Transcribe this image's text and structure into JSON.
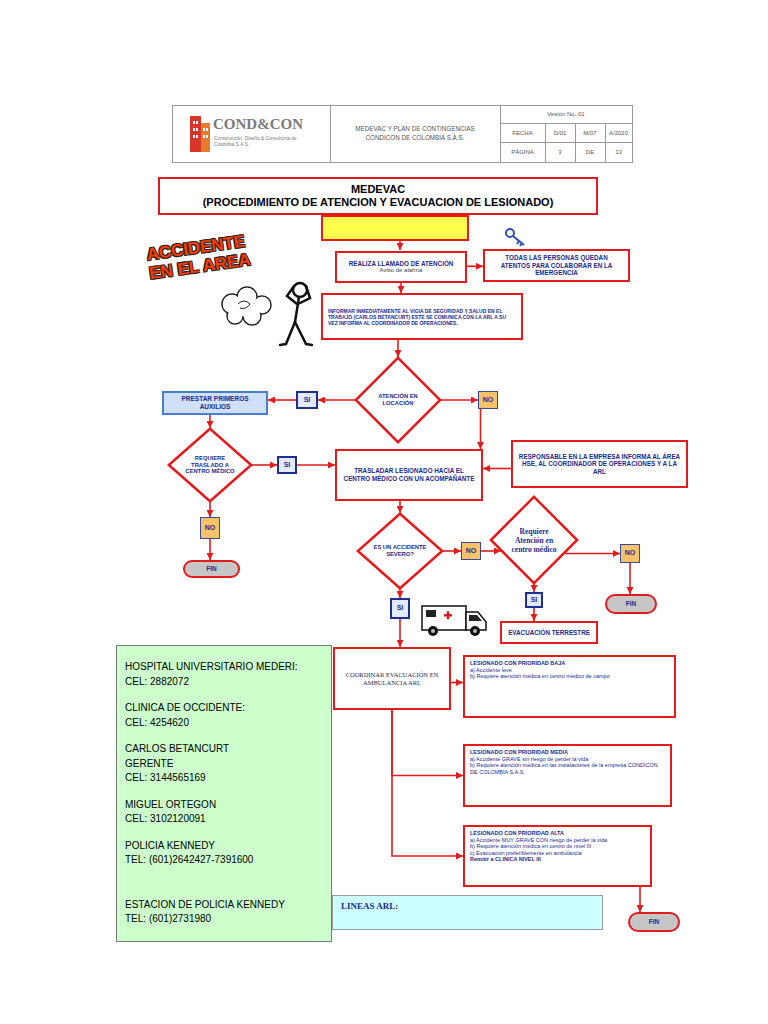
{
  "diagram": {
    "nodes": [
      {
        "text": [
          "MEDEVAC",
          "(PROCEDIMIENTO DE ATENCION Y EVACUACION DE LESIONADO)"
        ]
      },
      {
        "text": [
          "REALIZA LLAMADO DE ATENCIÓN",
          "Aviso de alarma"
        ]
      },
      {
        "text": [
          "TODAS LAS PERSONAS QUEDAN ATENTOS PARA COLABORAR EN LA EMERGENCIA"
        ]
      },
      {
        "text": [
          "INFORMAR INMEDIATAMENTE AL VIGIA DE SEGURIDAD Y SALUD EN EL TRABAJO (CARLOS BETANCURT) ESTE SE COMUNICA CON LA ARL A SU VEZ INFORMA AL COORDINADOR DE OPERACIONES."
        ]
      },
      {
        "text": [
          "ATENCIÓN EN LOCACIÓN"
        ]
      },
      {
        "text": [
          "PRESTAR PRIMEROS AUXILIOS"
        ]
      },
      {
        "text": [
          "SI"
        ]
      },
      {
        "text": [
          "NO"
        ]
      },
      {
        "text": [
          "REQUIERE TRASLADO A CENTRO MÉDICO"
        ]
      },
      {
        "text": [
          "SI"
        ]
      },
      {
        "text": [
          "TRASLADAR LESIONADO HACIA EL CENTRO MÉDICO CON UN ACOMPAÑANTE"
        ]
      },
      {
        "text": [
          "RESPONSABLE EN LA EMPRESA INFORMA AL ÁREA HSE, AL COORDINADOR DE OPERACIONES Y A LA ARL"
        ]
      },
      {
        "text": [
          "NO"
        ]
      },
      {
        "text": [
          "FIN"
        ]
      },
      {
        "text": [
          "ES UN ACCIDENTE SEVERO?"
        ]
      },
      {
        "text": [
          "NO"
        ]
      },
      {
        "text": [
          "Requiere Atención en centro médico"
        ]
      },
      {
        "text": [
          "NO"
        ]
      },
      {
        "text": [
          "SI"
        ]
      },
      {
        "text": [
          "SI"
        ]
      },
      {
        "text": [
          "FIN"
        ]
      },
      {
        "text": [
          "EVACUACIÓN TERRESTRE"
        ]
      },
      {
        "text": [
          "HOSPITAL UNIVERSITARIO MEDERI:",
          "CEL: 2882072",
          "CLINICA DE OCCIDENTE:",
          "CEL: 4254620",
          "CARLOS BETANCURT",
          "GERENTE",
          "CEL: 3144565169",
          "MIGUEL ORTEGON",
          "CEL: 3102120091",
          "POLICIA KENNEDY",
          "TEL: (601)2642427-7391600",
          "ESTACION DE POLICIA KENNEDY",
          "TEL: (601)2731980"
        ]
      },
      {
        "text": [
          "COORDINAR EVACUACIÓN EN AMBULANCIA ARL"
        ]
      },
      {
        "text": [
          "LESIONADO CON PRIORIDAD BAJA",
          "a) Accidente leve",
          "b) Requiere atención médica en centro médico de campo"
        ]
      },
      {
        "text": [
          "LESIONADO CON PRIORIDAD MEDIA",
          "a) Accidente GRAVE sin riesgo de perder la vida",
          "b) Requiere atención médica en las instalaciones de la empresa CONDICON DE COLOMBIA S.A.S"
        ]
      },
      {
        "text": [
          "LESIONADO CON PRIORIDAD ALTA",
          "a) Accidente MUY GRAVE CON riesgo de perder la vida",
          "b) Requiere atención médica en centro de nivel III",
          "c) Evacuación preferiblemente en ambulancia",
          "Remitir a CLINICA NIVEL III"
        ]
      },
      {
        "text": [
          "LINEAS ARL:"
        ]
      },
      {
        "text": [
          "FIN"
        ]
      }
    ],
    "edges": [
      {
        "from": 1,
        "to": 2,
        "arrow": "to"
      },
      {
        "from": 1,
        "to": 3,
        "arrow": "to"
      },
      {
        "from": 3,
        "to": 4,
        "arrow": "to"
      },
      {
        "from": 4,
        "to": 6,
        "arrow": "to"
      },
      {
        "from": 6,
        "to": 5,
        "arrow": "to"
      },
      {
        "from": 5,
        "to": 8,
        "arrow": "to"
      },
      {
        "from": 4,
        "to": 7,
        "arrow": "to"
      },
      {
        "from": 7,
        "to": 10,
        "arrow": "to"
      },
      {
        "from": 11,
        "to": 10,
        "arrow": "to"
      },
      {
        "from": 8,
        "to": 9,
        "arrow": "to"
      },
      {
        "from": 9,
        "to": 10,
        "arrow": "to"
      },
      {
        "from": 8,
        "to": 12,
        "arrow": "to"
      },
      {
        "from": 12,
        "to": 13,
        "arrow": "to"
      },
      {
        "from": 10,
        "to": 14,
        "arrow": "to"
      },
      {
        "from": 14,
        "to": 15,
        "arrow": "to"
      },
      {
        "from": 15,
        "to": 16,
        "arrow": "to"
      },
      {
        "from": 16,
        "to": 17,
        "arrow": "to"
      },
      {
        "from": 17,
        "to": 20,
        "arrow": "to"
      },
      {
        "from": 16,
        "to": 19,
        "arrow": "to"
      },
      {
        "from": 19,
        "to": 21,
        "arrow": "to"
      },
      {
        "from": 14,
        "to": 18,
        "arrow": "to"
      },
      {
        "from": 18,
        "to": 23,
        "arrow": "to"
      },
      {
        "from": 23,
        "to": 24,
        "arrow": "to"
      },
      {
        "from": 23,
        "to": 25,
        "arrow": "to"
      },
      {
        "from": 23,
        "to": 26,
        "arrow": "to"
      },
      {
        "from": 26,
        "to": 28,
        "arrow": "to"
      }
    ],
    "labels": [
      "ACCIDENTE EN EL AREA",
      "COND&CON",
      "Construcción, Diseño & Consultoría de Colombia S.A.S.",
      "MEDEVAC Y PLAN DE CONTINGENCIAS CONDICON DE COLOMBIA S.A.S.",
      "Vesión No.:01",
      "FECHA",
      "D/01",
      "M/07",
      "A/2020",
      "PÁGINA",
      "3",
      "DE",
      "13"
    ]
  }
}
